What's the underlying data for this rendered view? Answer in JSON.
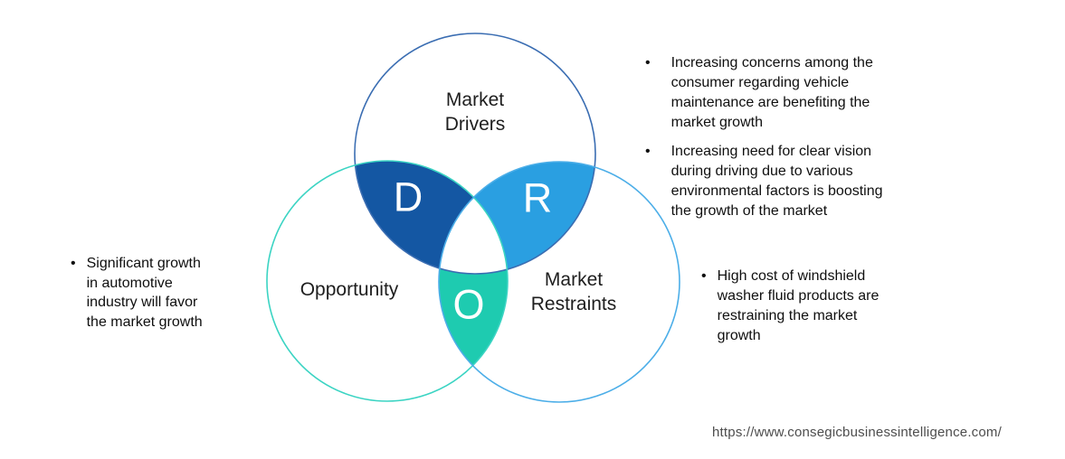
{
  "colors": {
    "drivers_lens": "#1457A3",
    "restraints_lens": "#2A9FE1",
    "opportunity_lens": "#1ECBB0",
    "drivers_outline": "#3A6DB2",
    "opportunity_outline": "#3BD4C3",
    "restraints_outline": "#4CAEE8"
  },
  "venn": {
    "drivers_letter": "D",
    "restraints_letter": "R",
    "opportunity_letter": "O",
    "drivers_label": "Market\nDrivers",
    "opportunity_label": "Opportunity",
    "restraints_label": "Market\nRestraints"
  },
  "bullet_glyph": "•",
  "bullets": {
    "opportunity": "Significant growth\nin automotive\nindustry will favor\nthe market growth",
    "drivers": [
      "Increasing concerns among the\nconsumer regarding vehicle\nmaintenance are benefiting the\nmarket growth",
      "Increasing need for clear vision\nduring driving due to various\nenvironmental factors is boosting\nthe growth of the market"
    ],
    "restraints": "High cost of windshield\nwasher fluid products are\nrestraining the market\ngrowth"
  },
  "footer": {
    "url": "https://www.consegicbusinessintelligence.com/"
  }
}
